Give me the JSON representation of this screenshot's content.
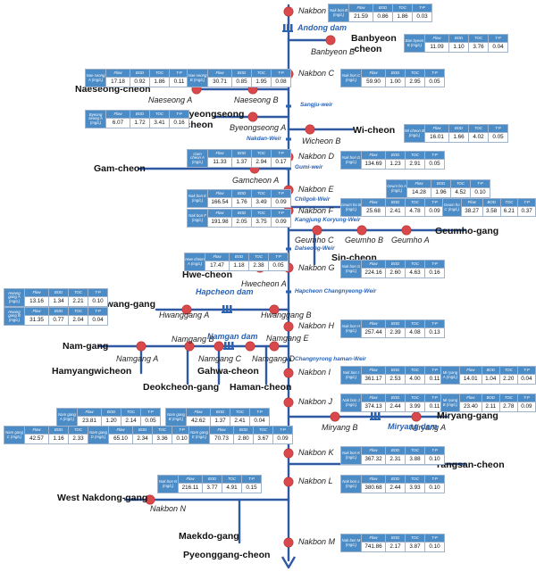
{
  "headers": [
    "Flow",
    "BOD",
    "TOC",
    "T-P"
  ],
  "rivers": [
    {
      "id": "banbyeon",
      "name": "Banbyeon\n-cheon"
    },
    {
      "id": "naeseong",
      "name": "Naeseong-cheon"
    },
    {
      "id": "byeongseong",
      "name": "Byeongseong\n-cheon"
    },
    {
      "id": "wi",
      "name": "Wi-cheon"
    },
    {
      "id": "gam",
      "name": "Gam-cheon"
    },
    {
      "id": "geumho",
      "name": "Geumho-gang"
    },
    {
      "id": "sin",
      "name": "Sin-cheon"
    },
    {
      "id": "hwe",
      "name": "Hwe-cheon"
    },
    {
      "id": "hwang",
      "name": "Hwang-gang"
    },
    {
      "id": "nam",
      "name": "Nam-gang"
    },
    {
      "id": "hamyangwi",
      "name": "Hamyangwicheon"
    },
    {
      "id": "gahwa",
      "name": "Gahwa-cheon"
    },
    {
      "id": "deokcheon",
      "name": "Deokcheon-gang"
    },
    {
      "id": "haman",
      "name": "Haman-cheon"
    },
    {
      "id": "miryang",
      "name": "Miryang-gang"
    },
    {
      "id": "yangsan",
      "name": "Yangsan-cheon"
    },
    {
      "id": "westnakdong",
      "name": "West Nakdong-gang"
    },
    {
      "id": "maekdo",
      "name": "Maekdo-gang"
    },
    {
      "id": "pyeonggang",
      "name": "Pyeonggang-cheon"
    }
  ],
  "stations": [
    {
      "id": "nakbonB",
      "name": "Nakbon B"
    },
    {
      "id": "banbyeonB",
      "name": "Banbyeon B"
    },
    {
      "id": "nakbonC",
      "name": "Nakbon C"
    },
    {
      "id": "naeseongA",
      "name": "Naeseong A"
    },
    {
      "id": "naeseongB",
      "name": "Naeseong B"
    },
    {
      "id": "byeongseongA",
      "name": "Byeongseong A"
    },
    {
      "id": "wicheonB",
      "name": "Wicheon B"
    },
    {
      "id": "nakbonD",
      "name": "Nakbon D"
    },
    {
      "id": "gamcheonA",
      "name": "Gamcheon A"
    },
    {
      "id": "nakbonE",
      "name": "Nakbon E"
    },
    {
      "id": "nakbonF",
      "name": "Nakbon F"
    },
    {
      "id": "geumhoC",
      "name": "Geumho C"
    },
    {
      "id": "geumhoB",
      "name": "Geumho B"
    },
    {
      "id": "geumhoA",
      "name": "Geumho A"
    },
    {
      "id": "nakbonG",
      "name": "Nakbon G"
    },
    {
      "id": "hwecheonA",
      "name": "Hwecheon A"
    },
    {
      "id": "hwanggangA",
      "name": "Hwanggang A"
    },
    {
      "id": "hwanggangB",
      "name": "Hwanggang B"
    },
    {
      "id": "nakbonH",
      "name": "Nakbon H"
    },
    {
      "id": "namgangA",
      "name": "Namgang A"
    },
    {
      "id": "namgangB",
      "name": "Namgang B"
    },
    {
      "id": "namgangC",
      "name": "Namgang C"
    },
    {
      "id": "namgangD",
      "name": "Namgang D"
    },
    {
      "id": "namgangE",
      "name": "Namgang E"
    },
    {
      "id": "nakbonI",
      "name": "Nakbon I"
    },
    {
      "id": "nakbonJ",
      "name": "Nakbon J"
    },
    {
      "id": "miryangB",
      "name": "Miryang B"
    },
    {
      "id": "miryangA",
      "name": "Miryang A"
    },
    {
      "id": "nakbonK",
      "name": "Nakbon K"
    },
    {
      "id": "nakbonL",
      "name": "Nakbon L"
    },
    {
      "id": "nakbonN",
      "name": "Nakbon N"
    },
    {
      "id": "nakbonM",
      "name": "Nakbon M"
    }
  ],
  "dams": [
    {
      "id": "andong",
      "name": "Andong dam"
    },
    {
      "id": "hapcheon",
      "name": "Hapcheon dam"
    },
    {
      "id": "namgang",
      "name": "Namgan dam"
    },
    {
      "id": "miryang",
      "name": "Miryang dam"
    }
  ],
  "weirs": [
    {
      "id": "sangju",
      "name": "Sangju-weir"
    },
    {
      "id": "nakdan",
      "name": "Nakdan-Weir"
    },
    {
      "id": "gumi",
      "name": "Gumi-weir"
    },
    {
      "id": "chilgok",
      "name": "Chilgok-Weir"
    },
    {
      "id": "kangjung",
      "name": "Kangjung Koryung-Weir"
    },
    {
      "id": "dalseong",
      "name": "Dalseong-Weir"
    },
    {
      "id": "hapcheon",
      "name": "Hapcheon Changnyeong-Weir"
    },
    {
      "id": "changnyeong",
      "name": "Changnyrong haman-Weir"
    }
  ],
  "tables": [
    {
      "id": "nakbonB",
      "label": "Nak bon B (mg/L)",
      "values": [
        "21.59",
        "0.86",
        "1.86",
        "0.03"
      ]
    },
    {
      "id": "banbyeonB",
      "label": "Ban byeon B (mg/L)",
      "values": [
        "11.09",
        "1.10",
        "3.76",
        "0.04"
      ]
    },
    {
      "id": "naeseongA",
      "label": "Nae seong A (mg/L)",
      "values": [
        "17.18",
        "0.92",
        "1.86",
        "0.11"
      ]
    },
    {
      "id": "naeseongB",
      "label": "Nae seong B (mg/L)",
      "values": [
        "30.71",
        "0.85",
        "1.95",
        "0.08"
      ]
    },
    {
      "id": "nakbonC",
      "label": "Nak bon C (mg/L)",
      "values": [
        "59.90",
        "1.00",
        "2.95",
        "0.05"
      ]
    },
    {
      "id": "byeongseongA",
      "label": "Byeong seong A (mg/L)",
      "values": [
        "6.07",
        "1.72",
        "3.41",
        "0.16"
      ]
    },
    {
      "id": "wicheonB",
      "label": "Wi cheon B (mg/L)",
      "values": [
        "16.01",
        "1.66",
        "4.02",
        "0.05"
      ]
    },
    {
      "id": "gamcheonA",
      "label": "Gam cheon A (mg/L)",
      "values": [
        "11.33",
        "1.37",
        "2.94",
        "0.17"
      ]
    },
    {
      "id": "nakbonD",
      "label": "Nak bon D (mg/L)",
      "values": [
        "134.69",
        "1.23",
        "2.91",
        "0.05"
      ]
    },
    {
      "id": "geumhoA",
      "label": "Geum ho A (mg/L)",
      "values": [
        "14.28",
        "1.96",
        "4.52",
        "0.10"
      ]
    },
    {
      "id": "nakbonE",
      "label": "Nak bon E (mg/L)",
      "values": [
        "166.54",
        "1.76",
        "3.49",
        "0.09"
      ]
    },
    {
      "id": "geumhoB",
      "label": "Geum ho B (mg/L)",
      "values": [
        "25.68",
        "2.41",
        "4.78",
        "0.09"
      ]
    },
    {
      "id": "geumhoC",
      "label": "Geum ho C (mg/L)",
      "values": [
        "38.27",
        "3.58",
        "6.21",
        "0.37"
      ]
    },
    {
      "id": "nakbonF",
      "label": "Nak bon F (mg/L)",
      "values": [
        "191.98",
        "2.05",
        "3.75",
        "0.09"
      ]
    },
    {
      "id": "hwecheonA",
      "label": "Hwe cheon A (mg/L)",
      "values": [
        "17.47",
        "1.18",
        "2.38",
        "0.05"
      ]
    },
    {
      "id": "nakbonG",
      "label": "Nak bon G (mg/L)",
      "values": [
        "224.16",
        "2.60",
        "4.63",
        "0.16"
      ]
    },
    {
      "id": "hwanggangA",
      "label": "Hwang gang A (mg/L)",
      "values": [
        "13.16",
        "1.34",
        "2.21",
        "0.10"
      ]
    },
    {
      "id": "hwanggangB",
      "label": "Hwang gang B (mg/L)",
      "values": [
        "31.35",
        "0.77",
        "2.04",
        "0.04"
      ]
    },
    {
      "id": "nakbonH",
      "label": "Nak bon H (mg/L)",
      "values": [
        "257.44",
        "2.39",
        "4.08",
        "0.13"
      ]
    },
    {
      "id": "nakbonI",
      "label": "Nak bon I (mg/L)",
      "values": [
        "361.17",
        "2.53",
        "4.00",
        "0.11"
      ]
    },
    {
      "id": "miryangA",
      "label": "Mi ryang A (mg/L)",
      "values": [
        "14.01",
        "1.04",
        "2.20",
        "0.04"
      ]
    },
    {
      "id": "nakbonJ",
      "label": "Nak bon J (mg/L)",
      "values": [
        "374.13",
        "2.44",
        "3.99",
        "0.11"
      ]
    },
    {
      "id": "miryangB",
      "label": "Mi ryang B (mg/L)",
      "values": [
        "23.40",
        "2.11",
        "2.78",
        "0.09"
      ]
    },
    {
      "id": "namgangA",
      "label": "Nam gang A (mg/L)",
      "values": [
        "23.81",
        "1.20",
        "2.14",
        "0.05"
      ]
    },
    {
      "id": "namgangB",
      "label": "Nam gang B (mg/L)",
      "values": [
        "42.62",
        "1.37",
        "2.41",
        "0.04"
      ]
    },
    {
      "id": "namgangC",
      "label": "Nam gang C (mg/L)",
      "values": [
        "42.57",
        "1.16",
        "2.33",
        "0.03"
      ]
    },
    {
      "id": "namgangD",
      "label": "Nam gang D (mg/L)",
      "values": [
        "65.10",
        "2.34",
        "3.36",
        "0.10"
      ]
    },
    {
      "id": "namgangE",
      "label": "Nam gang E (mg/L)",
      "values": [
        "70.73",
        "2.80",
        "3.67",
        "0.09"
      ]
    },
    {
      "id": "nakbonK",
      "label": "Nak bon K (mg/L)",
      "values": [
        "367.32",
        "2.31",
        "3.88",
        "0.10"
      ]
    },
    {
      "id": "nakbonN",
      "label": "Nak bon N (mg/L)",
      "values": [
        "216.11",
        "3.77",
        "4.91",
        "0.15"
      ]
    },
    {
      "id": "nakbonL",
      "label": "Nak bon L (mg/L)",
      "values": [
        "380.68",
        "2.44",
        "3.93",
        "0.10"
      ]
    },
    {
      "id": "nakbonM",
      "label": "Nak bon M (mg/L)",
      "values": [
        "741.86",
        "2.17",
        "3.87",
        "0.10"
      ]
    }
  ],
  "colors": {
    "river": "#2f5aa3",
    "station": "#d9484a",
    "header": "#4b8bc6",
    "weir": "#2a62b4"
  }
}
